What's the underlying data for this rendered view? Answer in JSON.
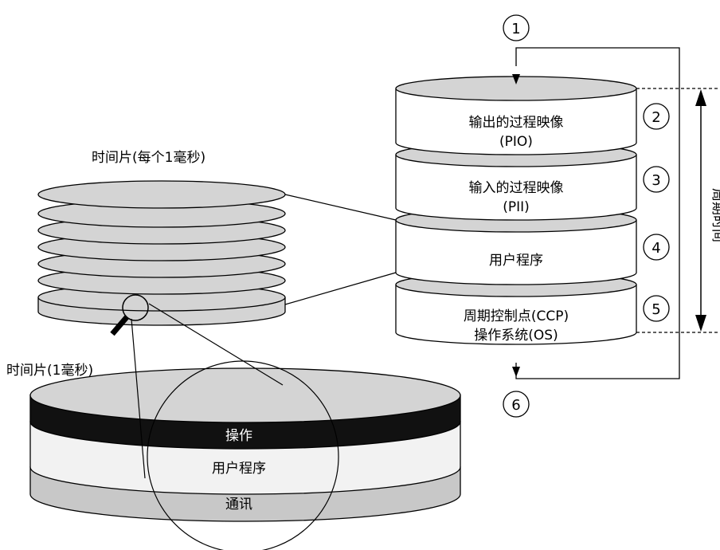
{
  "slice_stack_label": "时间片(每个1毫秒)",
  "slice_label": "时间片(1毫秒)",
  "slice_bands": {
    "top": "操作",
    "middle": "用户程序",
    "bottom": "通讯"
  },
  "cycle_blocks": [
    {
      "line1": "输出的过程映像",
      "line2": "(PIO)",
      "marker": "2"
    },
    {
      "line1": "输入的过程映像",
      "line2": "(PII)",
      "marker": "3"
    },
    {
      "line1": "用户程序",
      "line2": "",
      "marker": "4"
    },
    {
      "line1": "周期控制点(CCP)",
      "line2": "操作系统(OS)",
      "marker": "5"
    }
  ],
  "cycle_start_marker": "1",
  "cycle_end_marker": "6",
  "cycle_time_label": "周期时间",
  "colors": {
    "stroke": "#000000",
    "disc_gray": "#d4d4d4",
    "band_black": "#111111",
    "band_light": "#f2f2f2",
    "band_gray": "#c8c8c8"
  }
}
